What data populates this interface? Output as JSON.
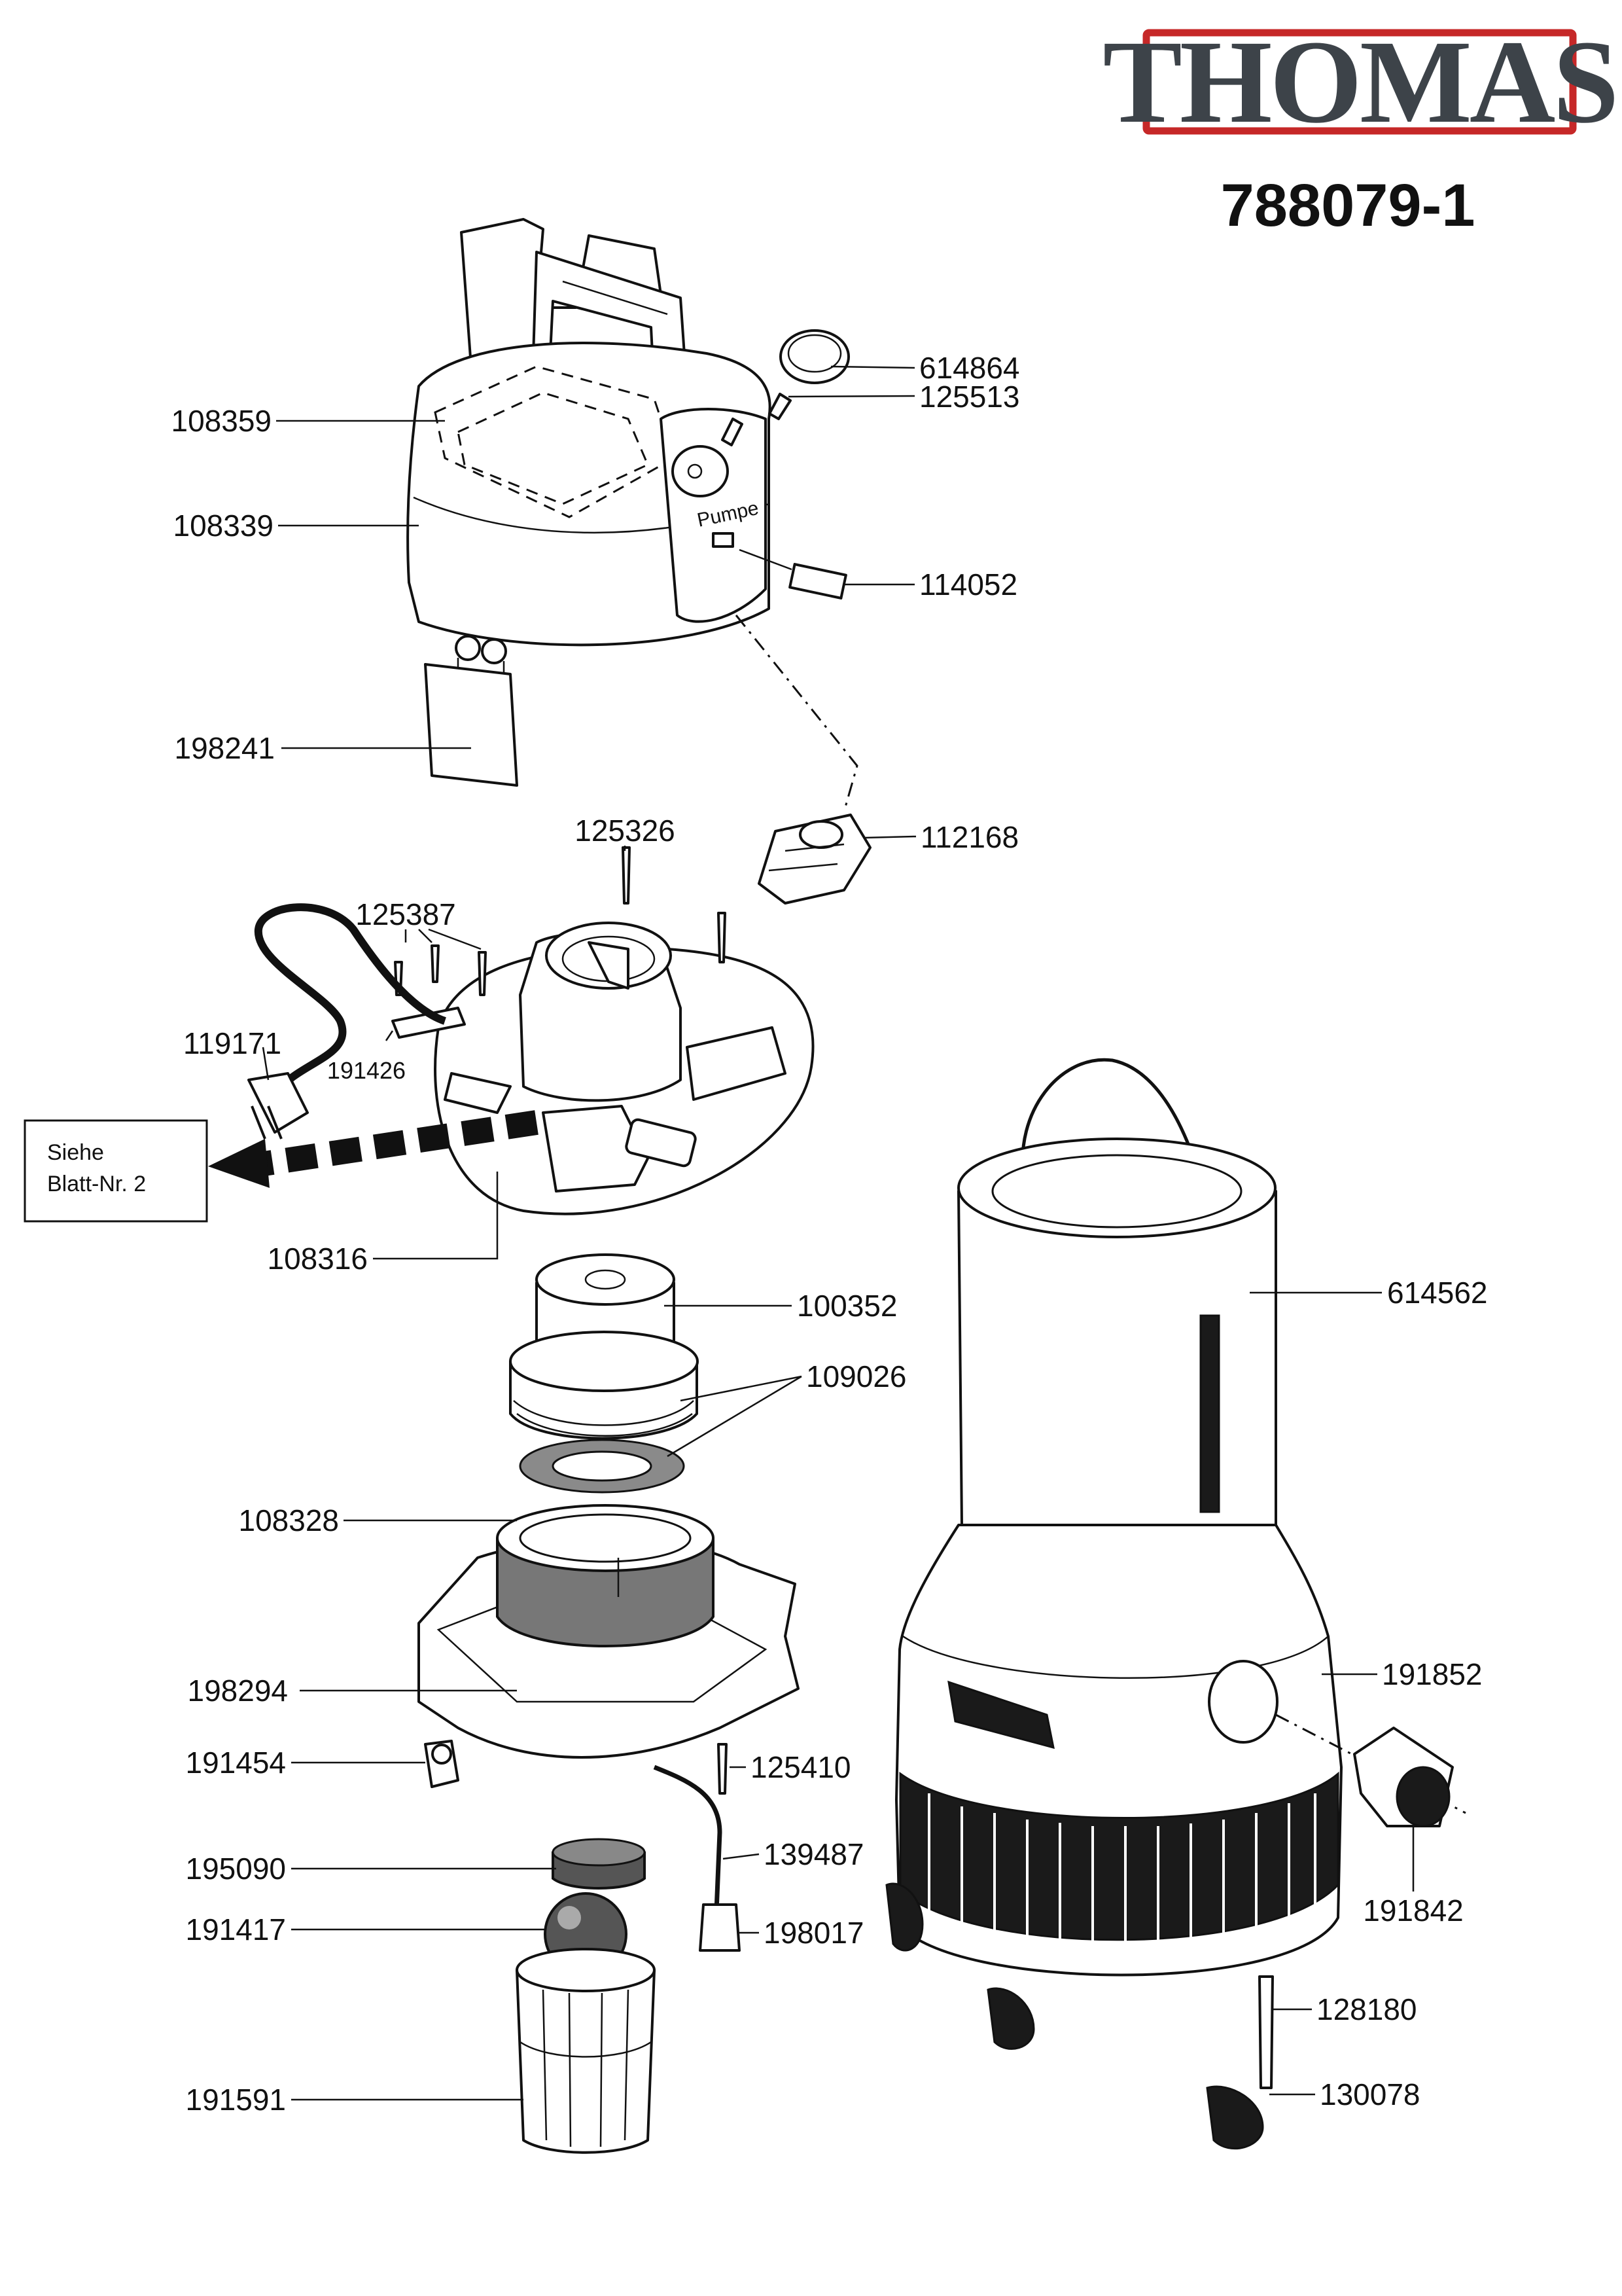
{
  "brand": {
    "name": "THOMAS",
    "frame_color": "#c62828",
    "text_color": "#3d4349"
  },
  "drawing_number": "788079-1",
  "note": {
    "line1": "Siehe",
    "line2": "Blatt-Nr. 2"
  },
  "lid_marking": "Pumpe",
  "parts": [
    "614864",
    "125513",
    "108359",
    "108339",
    "114052",
    "198241",
    "125326",
    "112168",
    "125387",
    "119171",
    "191426",
    "108316",
    "100352",
    "109026",
    "614562",
    "108328",
    "198294",
    "191852",
    "191454",
    "125410",
    "139487",
    "195090",
    "191417",
    "198017",
    "191842",
    "128180",
    "191591",
    "130078"
  ]
}
